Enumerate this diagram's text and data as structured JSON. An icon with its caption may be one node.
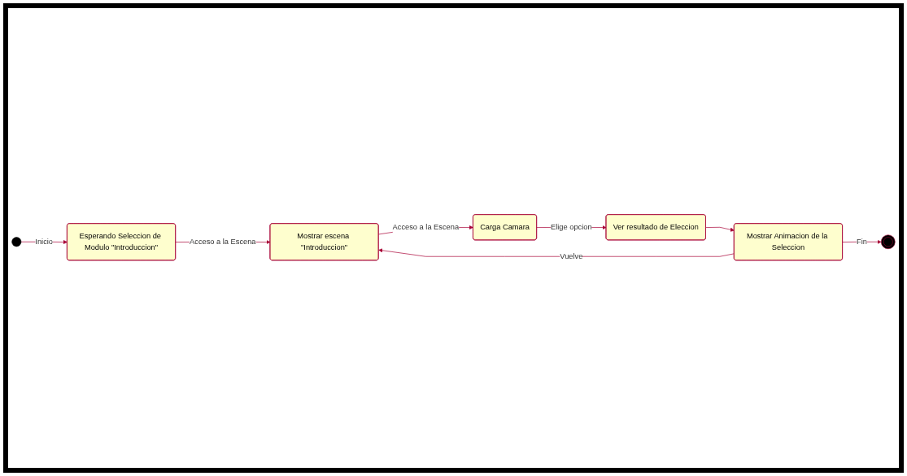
{
  "diagram": {
    "nodes": [
      {
        "text": [],
        "shape": "circle"
      },
      {
        "text": [
          "Esperando Seleccion de Modulo \"Introduccion\""
        ]
      },
      {
        "text": [
          "Mostrar escena \"Introduccion\""
        ]
      },
      {
        "text": [
          "Carga Camara"
        ]
      },
      {
        "text": [
          "Ver resultado de Eleccion"
        ]
      },
      {
        "text": [
          "Mostrar Animacion de la Seleccion"
        ]
      },
      {
        "text": [],
        "shape": "circle"
      }
    ],
    "edges": [
      {
        "from": 0,
        "to": 1,
        "arrow": "to",
        "label": "Inicio"
      },
      {
        "from": 1,
        "to": 2,
        "arrow": "to",
        "label": "Acceso a la Escena"
      },
      {
        "from": 2,
        "to": 3,
        "arrow": "to",
        "label": "Acceso a la Escena"
      },
      {
        "from": 3,
        "to": 4,
        "arrow": "to",
        "label": "Elige opcion"
      },
      {
        "from": 4,
        "to": 5,
        "arrow": "to"
      },
      {
        "from": 5,
        "to": 2,
        "arrow": "to",
        "label": "Vuelve"
      },
      {
        "from": 5,
        "to": 6,
        "arrow": "to",
        "label": "Fin"
      }
    ]
  }
}
